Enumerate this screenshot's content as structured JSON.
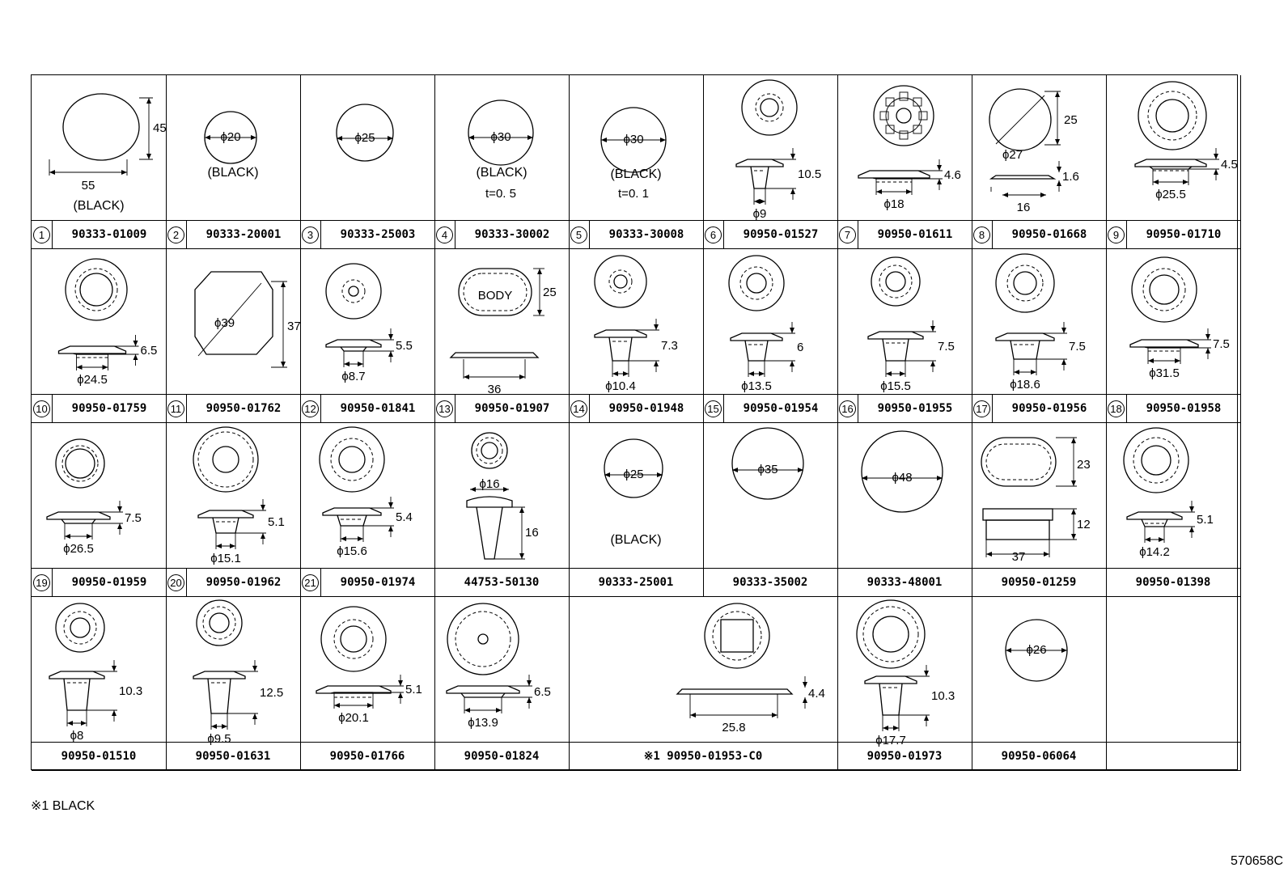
{
  "figure_id": "570658C",
  "footnote": "※1 BLACK",
  "rows": [
    [
      {
        "num": "1",
        "code": "90333-01009",
        "dims": {
          "width": "55",
          "height": "45"
        },
        "note": "(BLACK)"
      },
      {
        "num": "2",
        "code": "90333-20001",
        "dims": {
          "dia": "ϕ20"
        },
        "note": "(BLACK)"
      },
      {
        "num": "3",
        "code": "90333-25003",
        "dims": {
          "dia": "ϕ25"
        }
      },
      {
        "num": "4",
        "code": "90333-30002",
        "dims": {
          "dia": "ϕ30",
          "thick": "t=0. 5"
        },
        "note": "(BLACK)"
      },
      {
        "num": "5",
        "code": "90333-30008",
        "dims": {
          "dia": "ϕ30",
          "thick": "t=0. 1"
        },
        "note": "(BLACK)"
      },
      {
        "num": "6",
        "code": "90950-01527",
        "dims": {
          "height": "10.5",
          "dia": "ϕ9"
        }
      },
      {
        "num": "7",
        "code": "90950-01611",
        "dims": {
          "height": "4.6",
          "dia": "ϕ18"
        }
      },
      {
        "num": "8",
        "code": "90950-01668",
        "dims": {
          "side": "25",
          "diag": "ϕ27",
          "height": "1.6",
          "width": "16"
        }
      },
      {
        "num": "9",
        "code": "90950-01710",
        "dims": {
          "height": "4.5",
          "dia": "ϕ25.5"
        }
      }
    ],
    [
      {
        "num": "10",
        "code": "90950-01759",
        "dims": {
          "height": "6.5",
          "dia": "ϕ24.5"
        }
      },
      {
        "num": "11",
        "code": "90950-01762",
        "dims": {
          "diag": "ϕ39",
          "side": "37"
        }
      },
      {
        "num": "12",
        "code": "90950-01841",
        "dims": {
          "height": "5.5",
          "dia": "ϕ8.7"
        }
      },
      {
        "num": "13",
        "code": "90950-01907",
        "dims": {
          "label": "BODY",
          "side": "25",
          "width": "36"
        }
      },
      {
        "num": "14",
        "code": "90950-01948",
        "dims": {
          "height": "7.3",
          "dia": "ϕ10.4"
        }
      },
      {
        "num": "15",
        "code": "90950-01954",
        "dims": {
          "height": "6",
          "dia": "ϕ13.5"
        }
      },
      {
        "num": "16",
        "code": "90950-01955",
        "dims": {
          "height": "7.5",
          "dia": "ϕ15.5"
        }
      },
      {
        "num": "17",
        "code": "90950-01956",
        "dims": {
          "height": "7.5",
          "dia": "ϕ18.6"
        }
      },
      {
        "num": "18",
        "code": "90950-01958",
        "dims": {
          "height": "7.5",
          "dia": "ϕ31.5"
        }
      }
    ],
    [
      {
        "num": "19",
        "code": "90950-01959",
        "dims": {
          "height": "7.5",
          "dia": "ϕ26.5"
        }
      },
      {
        "num": "20",
        "code": "90950-01962",
        "dims": {
          "height": "5.1",
          "dia": "ϕ15.1"
        }
      },
      {
        "num": "21",
        "code": "90950-01974",
        "dims": {
          "height": "5.4",
          "dia": "ϕ15.6"
        }
      },
      {
        "num": "",
        "code": "44753-50130",
        "dims": {
          "dia": "ϕ16",
          "height": "16"
        }
      },
      {
        "num": "",
        "code": "90333-25001",
        "dims": {
          "dia": "ϕ25"
        },
        "note": "(BLACK)"
      },
      {
        "num": "",
        "code": "90333-35002",
        "dims": {
          "dia": "ϕ35"
        }
      },
      {
        "num": "",
        "code": "90333-48001",
        "dims": {
          "dia": "ϕ48"
        }
      },
      {
        "num": "",
        "code": "90950-01259",
        "dims": {
          "side": "23",
          "height": "12",
          "width": "37"
        }
      },
      {
        "num": "",
        "code": "90950-01398",
        "dims": {
          "height": "5.1",
          "dia": "ϕ14.2"
        }
      }
    ],
    [
      {
        "num": "",
        "code": "90950-01510",
        "dims": {
          "height": "10.3",
          "dia": "ϕ8"
        }
      },
      {
        "num": "",
        "code": "90950-01631",
        "dims": {
          "height": "12.5",
          "dia": "ϕ9.5"
        }
      },
      {
        "num": "",
        "code": "90950-01766",
        "dims": {
          "height": "5.1",
          "dia": "ϕ20.1"
        }
      },
      {
        "num": "",
        "code": "90950-01824",
        "dims": {
          "height": "6.5",
          "dia": "ϕ13.9"
        }
      },
      {
        "num": "",
        "code": "※1 90950-01953-C0",
        "dims": {
          "height": "4.4",
          "width": "25.8"
        }
      },
      {
        "num": "",
        "code": "90950-01973",
        "dims": {
          "height": "10.3",
          "dia": "ϕ17.7"
        }
      },
      {
        "num": "",
        "code": "90950-06064",
        "dims": {
          "dia": "ϕ26"
        }
      },
      {
        "num": "",
        "code": "",
        "dims": {}
      }
    ]
  ]
}
